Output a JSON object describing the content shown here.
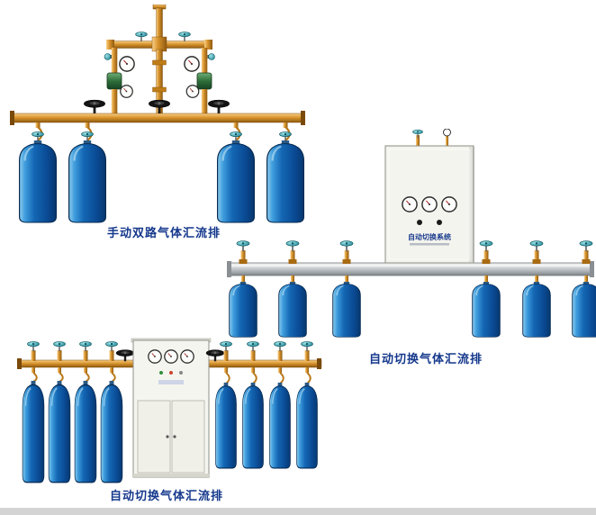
{
  "page": {
    "background": "#ffffff",
    "bottom_strip_color": "#d4d4d4"
  },
  "colors": {
    "caption_text": "#15388c",
    "cylinder_blue": "#1060b0",
    "brass": "#d9952e",
    "steel_bar": "#c2c6ca",
    "valve_teal": "#2a96a4",
    "cabinet_body": "#f4f4ee"
  },
  "products": [
    {
      "id": "manual-dual-manifold",
      "caption": "手动双路气体汇流排"
    },
    {
      "id": "auto-switch-manifold-right",
      "caption": "自动切换气体汇流排",
      "cabinet_label": "自动切换系统"
    },
    {
      "id": "auto-switch-manifold-bottom",
      "caption": "自动切换气体汇流排"
    }
  ]
}
